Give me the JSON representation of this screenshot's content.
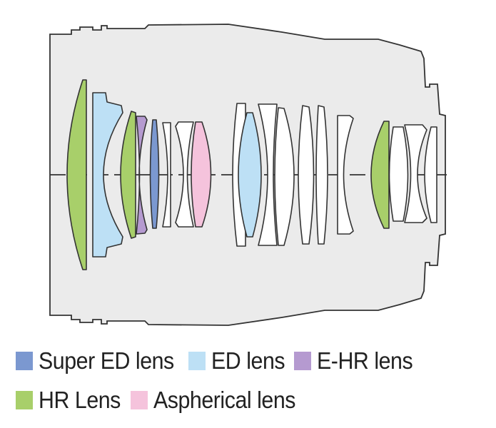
{
  "colors": {
    "body": "#ebebeb",
    "outline": "#333333",
    "white": "#ffffff",
    "super_ed": "#7b98d0",
    "ed": "#bde0f5",
    "ehr": "#b59ad0",
    "hr": "#a8cf6a",
    "aspherical": "#f5c3dc"
  },
  "legend": [
    [
      {
        "type": "super_ed",
        "label": "Super ED lens"
      },
      {
        "type": "ed",
        "label": "ED lens"
      },
      {
        "type": "ehr",
        "label": "E-HR lens"
      }
    ],
    [
      {
        "type": "hr",
        "label": "HR Lens"
      },
      {
        "type": "aspherical",
        "label": "Aspherical lens"
      }
    ]
  ],
  "lens_elements": [
    "hr",
    "ed",
    "hr",
    "ehr",
    "super_ed",
    "white",
    "white",
    "aspherical",
    "white",
    "ed",
    "white",
    "white",
    "white",
    "white",
    "white",
    "hr",
    "white",
    "white",
    "white"
  ]
}
